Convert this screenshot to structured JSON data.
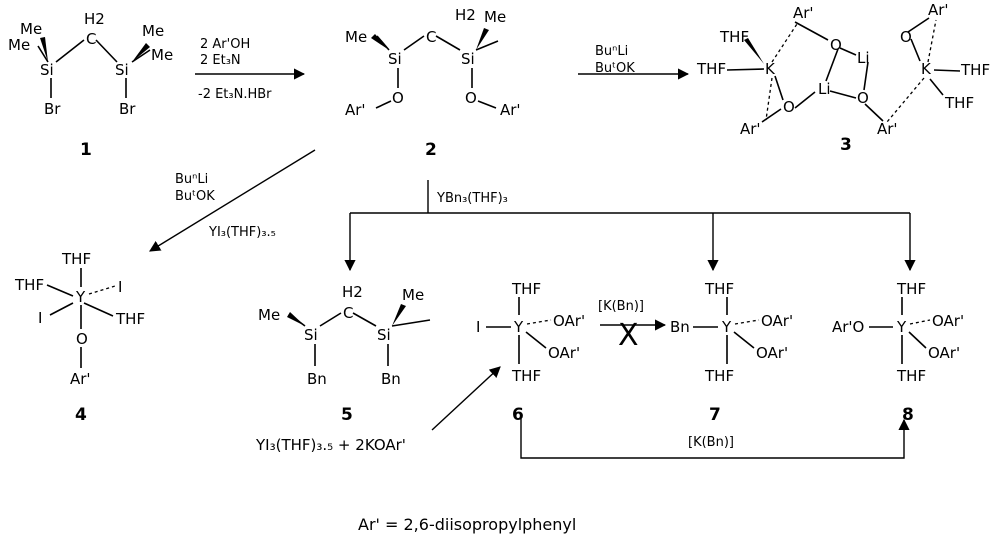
{
  "compounds": {
    "c1": {
      "number": "1",
      "me1": "Me",
      "me2": "Me",
      "me3": "Me",
      "me4": "Me",
      "ch2": "H2",
      "c": "C",
      "si1": "Si",
      "si2": "Si",
      "br1": "Br",
      "br2": "Br"
    },
    "c2": {
      "number": "2",
      "me1": "Me",
      "me2": "Me",
      "ch2": "H2",
      "c": "C",
      "si1": "Si",
      "si2": "Si",
      "o1": "O",
      "o2": "O",
      "ar1": "Ar'",
      "ar2": "Ar'"
    },
    "c3": {
      "number": "3",
      "thf1": "THF",
      "thf2": "THF",
      "thf3": "THF",
      "thf4": "THF",
      "k1": "K",
      "k2": "K",
      "li1": "Li",
      "li2": "Li",
      "o1": "O",
      "o2": "O",
      "o3": "O",
      "o4": "O",
      "ar1": "Ar'",
      "ar2": "Ar'",
      "ar3": "Ar'",
      "ar4": "Ar'"
    },
    "c4": {
      "number": "4",
      "thf1": "THF",
      "thf2": "THF",
      "thf3": "THF",
      "i1": "I",
      "i2": "I",
      "y": "Y",
      "o": "O",
      "ar": "Ar'"
    },
    "c5": {
      "number": "5",
      "me1": "Me",
      "me2": "Me",
      "ch2": "H2",
      "c": "C",
      "si1": "Si",
      "si2": "Si",
      "bn1": "Bn",
      "bn2": "Bn"
    },
    "c6": {
      "number": "6",
      "thf1": "THF",
      "thf2": "THF",
      "i": "I",
      "y": "Y",
      "oar1": "OAr'",
      "oar2": "OAr'"
    },
    "c7": {
      "number": "7",
      "thf1": "THF",
      "thf2": "THF",
      "bn": "Bn",
      "y": "Y",
      "oar1": "OAr'",
      "oar2": "OAr'"
    },
    "c8": {
      "number": "8",
      "thf1": "THF",
      "thf2": "THF",
      "aro": "Ar'O",
      "y": "Y",
      "oar1": "OAr'",
      "oar2": "OAr'"
    }
  },
  "reagents": {
    "r1_line1": "2 Ar'OH",
    "r1_line2": "2 Et₃N",
    "r1_line3": "-2 Et₃N.HBr",
    "r2_line1": "BuⁿLi",
    "r2_line2": "BuᵗOK",
    "r3_line1": "BuⁿLi",
    "r3_line2": "BuᵗOK",
    "r3_line3": "YI₃(THF)₃.₅",
    "r4": "YBn₃(THF)₃",
    "r5": "[K(Bn)]",
    "r6": "[K(Bn)]",
    "r7": "YI₃(THF)₃.₅ + 2KOAr'",
    "blocked_mark": "X"
  },
  "footnote": "Ar' = 2,6-diisopropylphenyl"
}
